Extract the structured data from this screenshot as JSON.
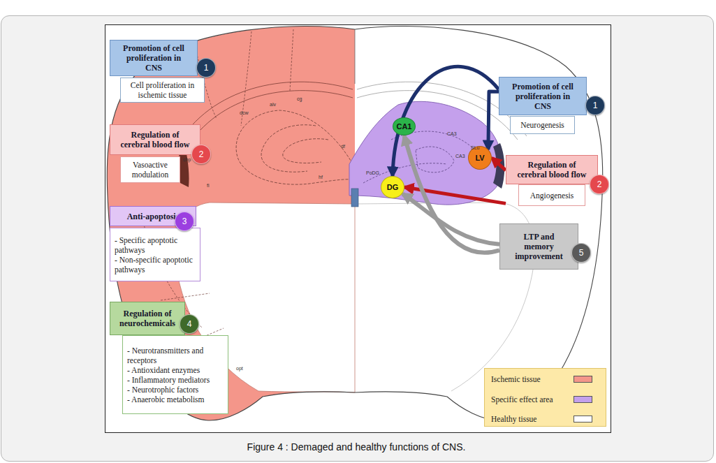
{
  "diagram": {
    "caption": "Figure 4 : Demaged and healthy functions of CNS.",
    "nodes": [
      {
        "text": [
          "Promotion of cell proliferation in CNS",
          "Cell proliferation in ischemic tissue"
        ]
      },
      {
        "text": [
          "Promotion of cell proliferation in CNS",
          "Neurogenesis"
        ]
      },
      {
        "text": [
          "Regulation of cerebral blood flow",
          "Vasoactive modulation"
        ]
      },
      {
        "text": [
          "CA1"
        ]
      },
      {
        "text": [
          "LV"
        ]
      },
      {
        "text": [
          "Regulation of cerebral blood flow",
          "Angiogenesis"
        ]
      },
      {
        "text": [
          "DG"
        ]
      },
      {
        "text": [
          "Anti-apoptosis",
          "- Specific apoptotic pathways",
          "- Non-specific apoptotic pathways"
        ]
      },
      {
        "text": [
          "LTP and memory improvement"
        ]
      },
      {
        "text": [
          "Regulation of neurochemicals",
          "- Neurotransmitters and receptors",
          "- Antioxidant enzymes",
          "- Inflammatory mediators",
          "- Neurotrophic factors",
          "- Anaerobic metabolism"
        ]
      }
    ],
    "edges": [
      {
        "from": 1,
        "to": 6,
        "arrow": "to"
      },
      {
        "from": 1,
        "to": 4,
        "arrow": "to"
      },
      {
        "from": 5,
        "to": 4,
        "arrow": "to"
      },
      {
        "from": 5,
        "to": 6,
        "arrow": "to"
      },
      {
        "from": 8,
        "to": 6,
        "arrow": "to"
      },
      {
        "from": 8,
        "to": 3,
        "arrow": "to"
      }
    ],
    "labels": [
      "1",
      "2",
      "3",
      "4",
      "1",
      "2",
      "5",
      "cg",
      "alv",
      "dcw",
      "chp",
      "fi",
      "hf",
      "df",
      "PoDG",
      "CA3",
      "SLu",
      "CA3",
      "opt"
    ],
    "legend": [
      {
        "text": "Ischemic tissue",
        "color": "#f4968a"
      },
      {
        "text": "Specific effect area",
        "color": "#c4a0ec"
      },
      {
        "text": "Healthy tissue",
        "color": "#ffffff"
      }
    ]
  }
}
